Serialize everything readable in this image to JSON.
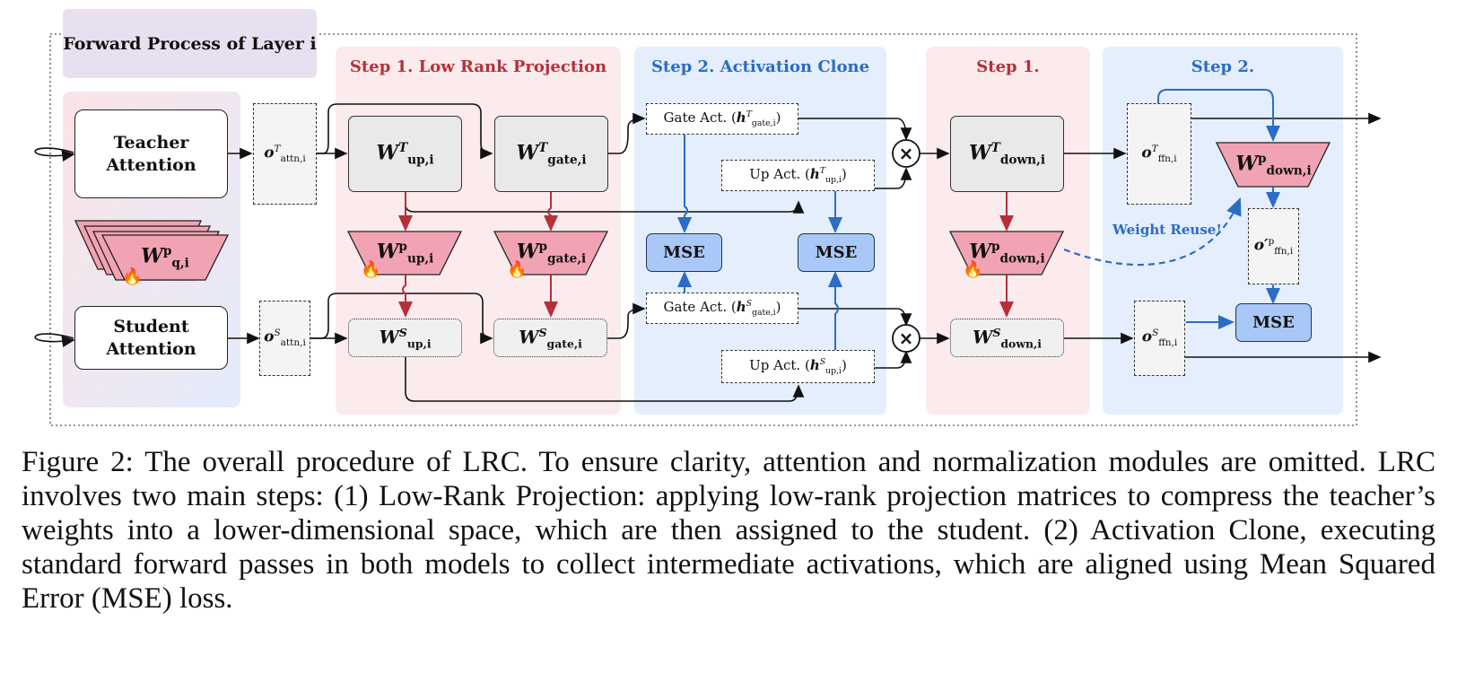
{
  "title": "Forward Process of Layer i",
  "steps": {
    "step1_low_rank": "Step 1. Low Rank Projection",
    "step2_activation": "Step 2. Activation Clone",
    "step1_short": "Step 1.",
    "step2_short": "Step 2."
  },
  "nodes": {
    "teacher_attention": "Teacher Attention",
    "student_attention": "Student Attention",
    "o_attn_T": "o",
    "o_attn_T_sup": "T",
    "o_attn_T_sub": "attn,i",
    "o_attn_S": "o",
    "o_attn_S_sup": "S",
    "o_attn_S_sub": "attn,i",
    "W": "W",
    "up_i": "up,i",
    "gate_i": "gate,i",
    "down_i": "down,i",
    "q_i": "q,i",
    "sup_T": "T",
    "sup_S": "S",
    "sup_p": "p",
    "gate_act_T": "Gate Act. (h",
    "gate_act_label": "Gate Act. (",
    "up_act_label": "Up Act. (",
    "h": "h",
    "close_paren": ")",
    "mse": "MSE",
    "o_ffn_sub": "ffn,i",
    "o_ffn_prime": "o′",
    "times": "×",
    "weight_reuse": "Weight Reuse!"
  },
  "caption": "Figure 2: The overall procedure of LRC. To ensure clarity, attention and normalization modules are omitted. LRC involves two main steps: (1) Low-Rank Projection: applying low-rank projection matrices to compress the teacher’s weights into a lower-dimensional space, which are then assigned to the student. (2) Activation Clone, executing standard forward passes in both models to collect intermediate activations, which are aligned using Mean Squared Error (MSE) loss.",
  "colors": {
    "red_step": "#b5303a",
    "blue_step": "#2b6cc4",
    "pink_matrix": "#f2a3b3",
    "mse_blue": "#a9c8f7"
  }
}
